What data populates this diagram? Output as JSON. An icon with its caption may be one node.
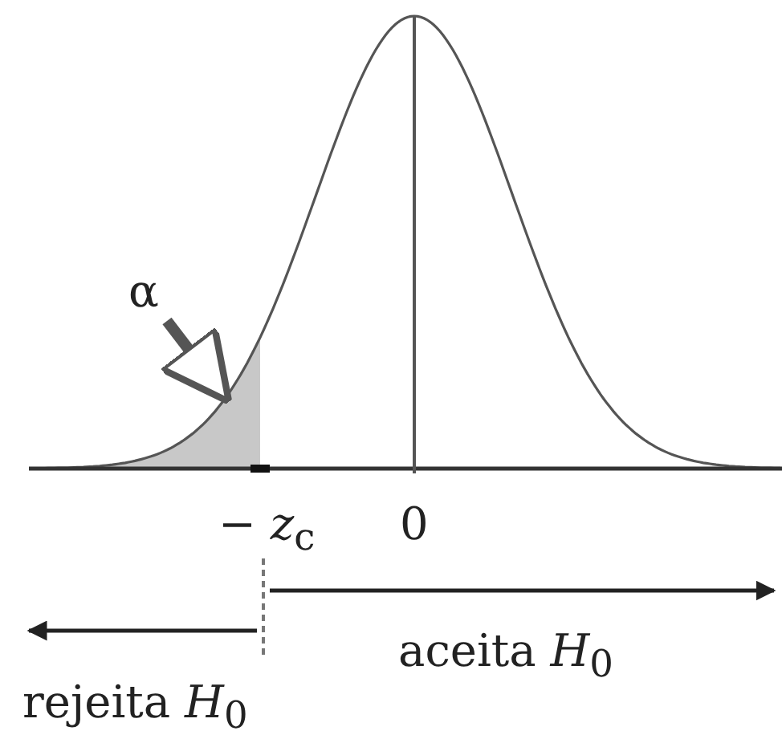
{
  "diagram": {
    "nodes": [
      {
        "text": [
          "α"
        ]
      },
      {
        "text": [],
        "shape": "region"
      }
    ],
    "edges": [
      {
        "from": 0,
        "to": 1,
        "arrow": "to"
      }
    ],
    "labels": [
      "− *z*$_{c}$",
      "0",
      "aceita *H*$_{0}$",
      "rejeita *H*$_{0}$"
    ]
  }
}
